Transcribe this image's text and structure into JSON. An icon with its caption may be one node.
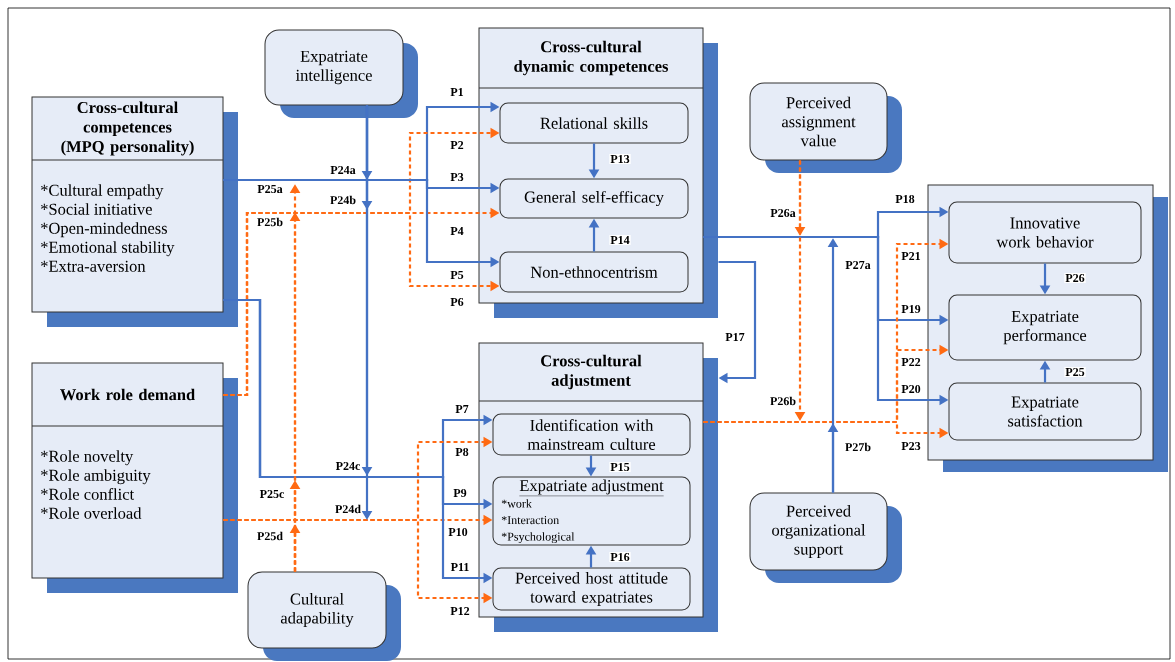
{
  "diagram": {
    "nodes": [
      {
        "text": [
          "Cross-cultural competences (MPQ personality)",
          "*Cultural empathy",
          "*Social initiative",
          "*Open-mindedness",
          "*Emotional stability",
          "*Extra-aversion"
        ]
      },
      {
        "text": [
          "Work role demand",
          "*Role novelty",
          "*Role ambiguity",
          "*Role conflict",
          "*Role overload"
        ]
      },
      {
        "text": [
          "Expatriate intelligence"
        ]
      },
      {
        "text": [
          "Cultural adapability"
        ]
      },
      {
        "text": [
          "Cross-cultural dynamic competences"
        ]
      },
      {
        "text": [
          "Relational skills"
        ],
        "in": 4
      },
      {
        "text": [
          "General self-efficacy"
        ],
        "in": 4
      },
      {
        "text": [
          "Non-ethnocentrism"
        ],
        "in": 4
      },
      {
        "text": [
          "Cross-cultural adjustment"
        ]
      },
      {
        "text": [
          "Identification with mainstream culture"
        ],
        "in": 8
      },
      {
        "text": [
          "Expatriate adjustment",
          "*work",
          "*Interaction",
          "*Psychological"
        ],
        "in": 8
      },
      {
        "text": [
          "Perceived host attitude toward expatriates"
        ],
        "in": 8
      },
      {
        "text": [
          "Perceived assignment value"
        ]
      },
      {
        "text": [
          "Perceived organizational support"
        ]
      },
      {
        "text": [],
        "shape": "box"
      },
      {
        "text": [
          "Innovative work behavior"
        ],
        "in": 14
      },
      {
        "text": [
          "Expatriate performance"
        ],
        "in": 14
      },
      {
        "text": [
          "Expatriate satisfaction"
        ],
        "in": 14
      }
    ],
    "edges": [
      {
        "from": 0,
        "to": 5,
        "arrow": "to",
        "label": "P1"
      },
      {
        "from": 1,
        "to": 5,
        "arrow": "to",
        "label": "P2",
        "style": "dashed",
        "color": "#ff6a13"
      },
      {
        "from": 0,
        "to": 6,
        "arrow": "to",
        "label": "P3"
      },
      {
        "from": 1,
        "to": 6,
        "arrow": "to",
        "label": "P4",
        "style": "dashed",
        "color": "#ff6a13"
      },
      {
        "from": 0,
        "to": 7,
        "arrow": "to",
        "label": "P5"
      },
      {
        "from": 1,
        "to": 7,
        "arrow": "to",
        "label": "P6",
        "style": "dashed",
        "color": "#ff6a13"
      },
      {
        "from": 0,
        "to": 9,
        "arrow": "to",
        "label": "P7"
      },
      {
        "from": 1,
        "to": 9,
        "arrow": "to",
        "label": "P8",
        "style": "dashed",
        "color": "#ff6a13"
      },
      {
        "from": 0,
        "to": 10,
        "arrow": "to",
        "label": "P9"
      },
      {
        "from": 1,
        "to": 10,
        "arrow": "to",
        "label": "P10",
        "style": "dashed",
        "color": "#ff6a13"
      },
      {
        "from": 0,
        "to": 11,
        "arrow": "to",
        "label": "P11"
      },
      {
        "from": 1,
        "to": 11,
        "arrow": "to",
        "label": "P12",
        "style": "dashed",
        "color": "#ff6a13"
      },
      {
        "from": 5,
        "to": 6,
        "arrow": "to",
        "label": "P13"
      },
      {
        "from": 7,
        "to": 6,
        "arrow": "to",
        "label": "P14"
      },
      {
        "from": 9,
        "to": 10,
        "arrow": "to",
        "label": "P15"
      },
      {
        "from": 11,
        "to": 10,
        "arrow": "to",
        "label": "P16"
      },
      {
        "from": 4,
        "to": 8,
        "arrow": "to",
        "label": "P17"
      },
      {
        "from": 4,
        "to": 15,
        "arrow": "to",
        "label": "P18"
      },
      {
        "from": 4,
        "to": 16,
        "arrow": "to",
        "label": "P19"
      },
      {
        "from": 4,
        "to": 17,
        "arrow": "to",
        "label": "P20"
      },
      {
        "from": 8,
        "to": 15,
        "arrow": "to",
        "label": "P21",
        "style": "dashed",
        "color": "#ff6a13"
      },
      {
        "from": 8,
        "to": 16,
        "arrow": "to",
        "label": "P22",
        "style": "dashed",
        "color": "#ff6a13"
      },
      {
        "from": 8,
        "to": 17,
        "arrow": "to",
        "label": "P23",
        "style": "dashed",
        "color": "#ff6a13"
      },
      {
        "from": 15,
        "to": 16,
        "arrow": "to",
        "label": "P26"
      },
      {
        "from": 17,
        "to": 16,
        "arrow": "to",
        "label": "P25"
      },
      {
        "from": 2,
        "to": null,
        "arrow": "to",
        "label": "P24a"
      },
      {
        "from": 2,
        "to": null,
        "arrow": "to",
        "label": "P24b"
      },
      {
        "from": 2,
        "to": null,
        "arrow": "to",
        "label": "P24c"
      },
      {
        "from": 2,
        "to": null,
        "arrow": "to",
        "label": "P24d"
      },
      {
        "from": 3,
        "to": null,
        "arrow": "to",
        "label": "P25a",
        "style": "dashed",
        "color": "#ff6a13"
      },
      {
        "from": 3,
        "to": null,
        "arrow": "to",
        "label": "P25b",
        "style": "dashed",
        "color": "#ff6a13"
      },
      {
        "from": 3,
        "to": null,
        "arrow": "to",
        "label": "P25c",
        "style": "dashed",
        "color": "#ff6a13"
      },
      {
        "from": 3,
        "to": null,
        "arrow": "to",
        "label": "P25d",
        "style": "dashed",
        "color": "#ff6a13"
      },
      {
        "from": 12,
        "to": null,
        "arrow": "to",
        "label": "P26a",
        "style": "dashed",
        "color": "#ff6a13"
      },
      {
        "from": 12,
        "to": null,
        "arrow": "to",
        "label": "P26b",
        "style": "dashed",
        "color": "#ff6a13"
      },
      {
        "from": 13,
        "to": null,
        "arrow": "to",
        "label": "P27a"
      },
      {
        "from": 13,
        "to": null,
        "arrow": "to",
        "label": "P27b"
      }
    ]
  }
}
